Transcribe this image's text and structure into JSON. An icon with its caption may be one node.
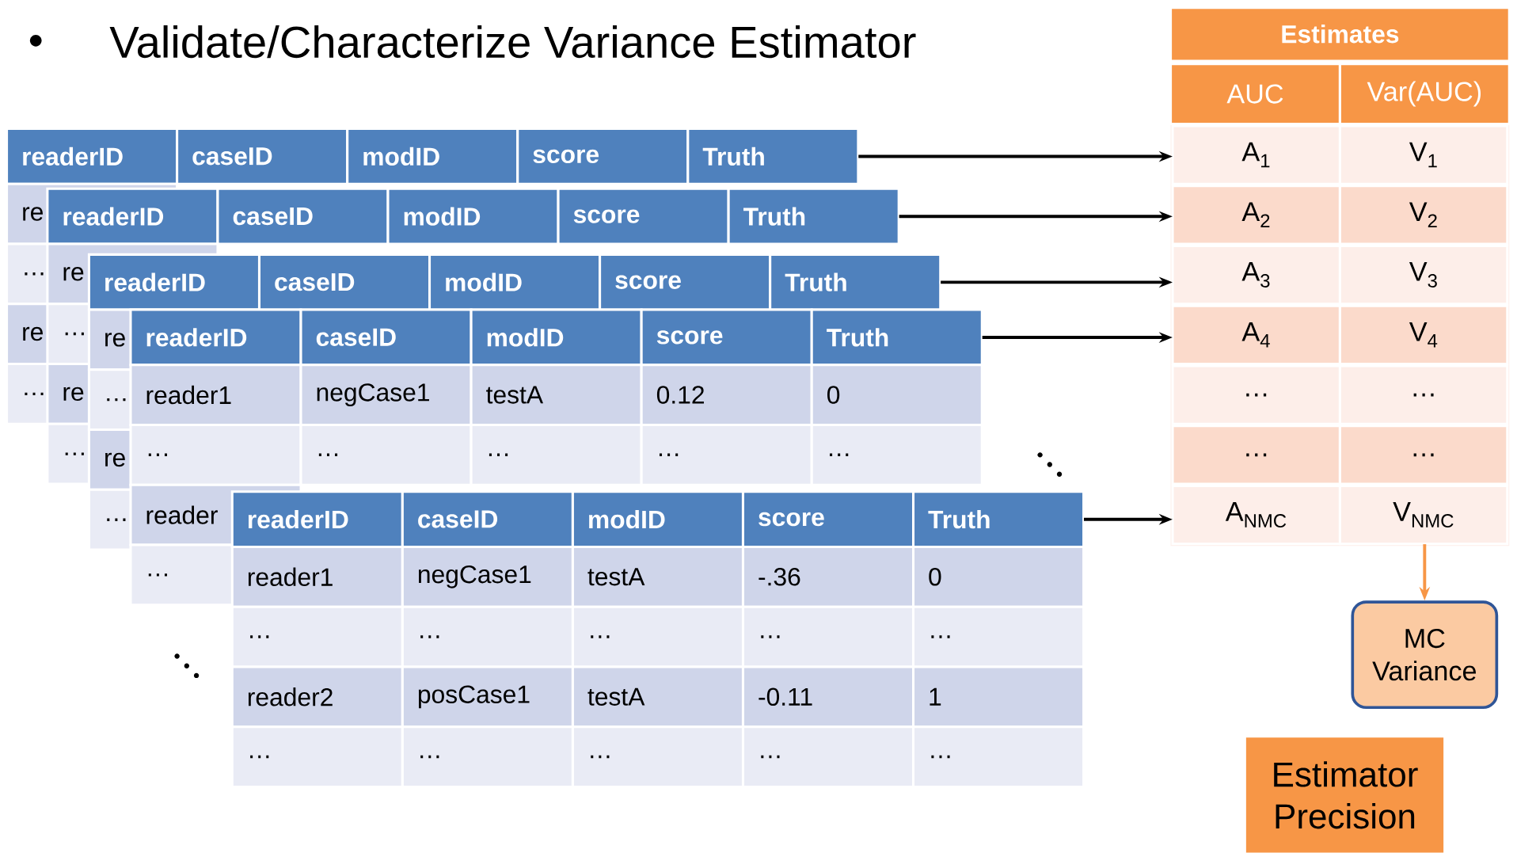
{
  "diagram": {
    "title": "Validate/Characterize Variance Estimator",
    "nodes": [
      {
        "text": [
          "readerID",
          "caseID",
          "modID",
          "score",
          "Truth"
        ]
      },
      {
        "text": [
          "readerID",
          "caseID",
          "modID",
          "score",
          "Truth"
        ]
      },
      {
        "text": [
          "readerID",
          "caseID",
          "modID",
          "score",
          "Truth"
        ]
      },
      {
        "text": [
          "readerID",
          "caseID",
          "modID",
          "score",
          "Truth"
        ]
      },
      {
        "text": [
          "readerID",
          "caseID",
          "modID",
          "score",
          "Truth"
        ]
      },
      {
        "text": [
          "Estimates",
          "AUC",
          "Var(AUC)"
        ]
      },
      {
        "text": [
          "A$_{1}$",
          "V$_{1}$"
        ],
        "in": 5
      },
      {
        "text": [
          "A$_{2}$",
          "V$_{2}$"
        ],
        "in": 5
      },
      {
        "text": [
          "A$_{3}$",
          "V$_{3}$"
        ],
        "in": 5
      },
      {
        "text": [
          "A$_{4}$",
          "V$_{4}$"
        ],
        "in": 5
      },
      {
        "text": [
          "…",
          "…"
        ],
        "in": 5
      },
      {
        "text": [
          "…",
          "…"
        ],
        "in": 5
      },
      {
        "text": [
          "A$_{NMC}$",
          "V$_{NMC}$"
        ],
        "in": 5
      },
      {
        "text": [
          "MC Variance"
        ]
      },
      {
        "text": [
          "Estimator Precision"
        ]
      }
    ],
    "edges": [
      {
        "from": 0,
        "to": 6,
        "arrow": "to"
      },
      {
        "from": 1,
        "to": 7,
        "arrow": "to"
      },
      {
        "from": 2,
        "to": 8,
        "arrow": "to"
      },
      {
        "from": 3,
        "to": 9,
        "arrow": "to"
      },
      {
        "from": 4,
        "to": 12,
        "arrow": "to"
      },
      {
        "from": 12,
        "to": 13,
        "arrow": "to",
        "color": "#f79646"
      }
    ],
    "labels": [
      "re",
      "…",
      "re",
      "…",
      "re",
      "…",
      "re",
      "…",
      "re",
      "…",
      "re",
      "…",
      "reader1",
      "negCase1",
      "testA",
      "0.12",
      "0",
      "…",
      "…",
      "…",
      "…",
      "…",
      "reader",
      "…",
      "reader1",
      "negCase1",
      "testA",
      "-.36",
      "0",
      "…",
      "…",
      "…",
      "…",
      "…",
      "reader2",
      "posCase1",
      "testA",
      "-0.11",
      "1",
      "…",
      "…",
      "…",
      "…",
      "…"
    ]
  }
}
